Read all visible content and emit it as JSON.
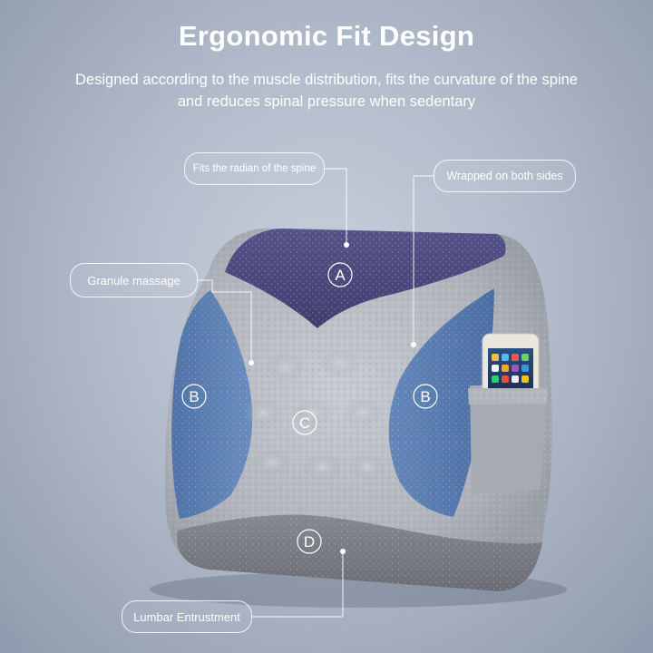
{
  "title": "Ergonomic Fit Design",
  "subtitle": {
    "line1": "Designed according to the muscle distribution, fits the curvature of the spine",
    "line2": "and reduces spinal pressure when sedentary"
  },
  "callouts": {
    "spine": "Fits the radian of the spine",
    "wrapped": "Wrapped on both sides",
    "granule": "Granule massage",
    "lumbar": "Lumbar Entrustment"
  },
  "zones": {
    "a": "A",
    "b_left": "B",
    "b_right": "B",
    "c": "C",
    "d": "D"
  },
  "colors": {
    "purple_zone": "#4b4a7e",
    "blue_zone": "#5b7fb4",
    "grey_foam": "#b9bcc4",
    "base": "#7d7f88"
  }
}
